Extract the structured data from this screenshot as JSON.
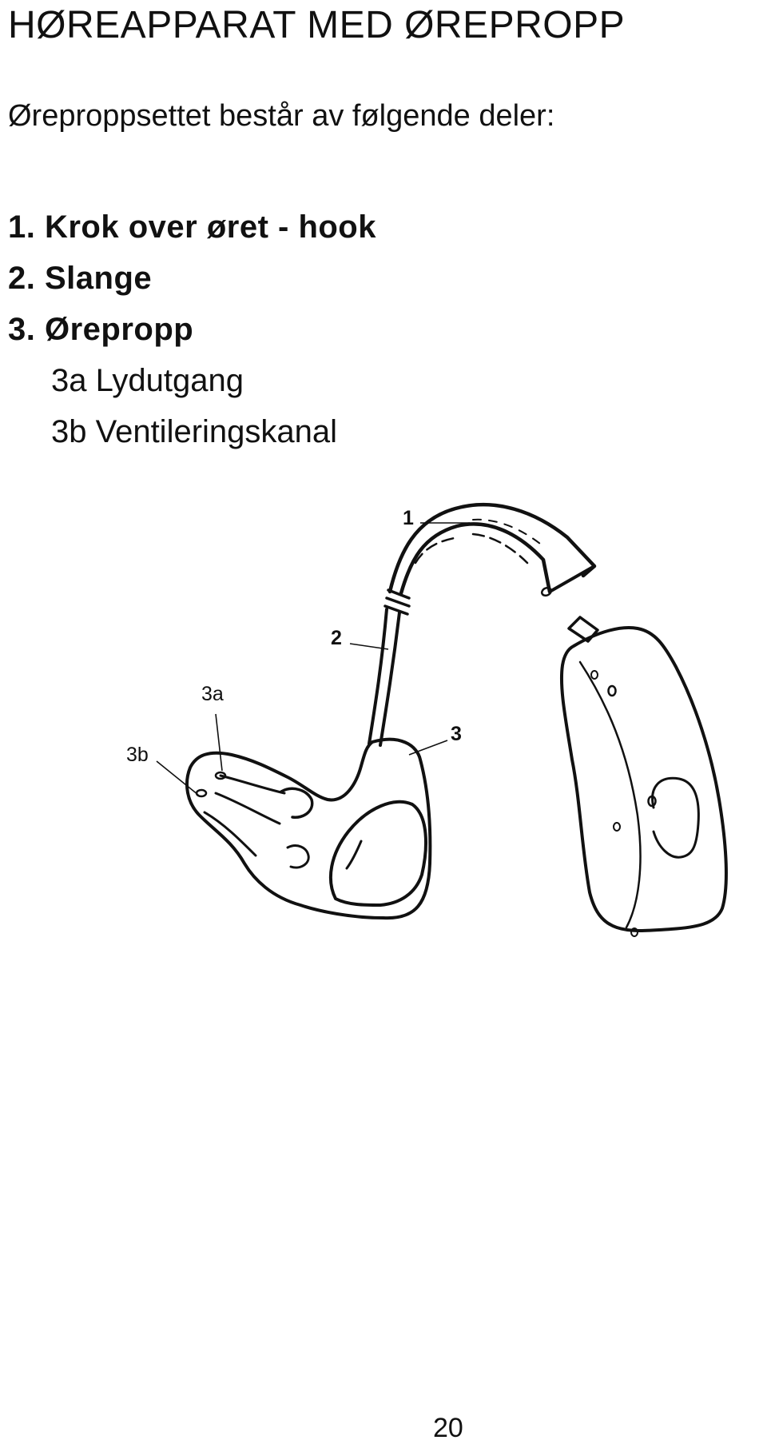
{
  "page": {
    "title": "HØREAPPARAT MED ØREPROPP",
    "intro": "Øreproppsettet består av følgende deler:",
    "parts": [
      {
        "text": "1. Krok over øret - hook"
      },
      {
        "text": "2. Slange"
      },
      {
        "text": "3. Ørepropp"
      },
      {
        "text": "3a Lydutgang"
      },
      {
        "text": "3b Ventileringskanal"
      }
    ],
    "page_number": "20"
  },
  "diagram": {
    "labels": {
      "hook": "1",
      "tube": "2",
      "earmold": "3",
      "sound_outlet": "3a",
      "vent": "3b"
    }
  }
}
